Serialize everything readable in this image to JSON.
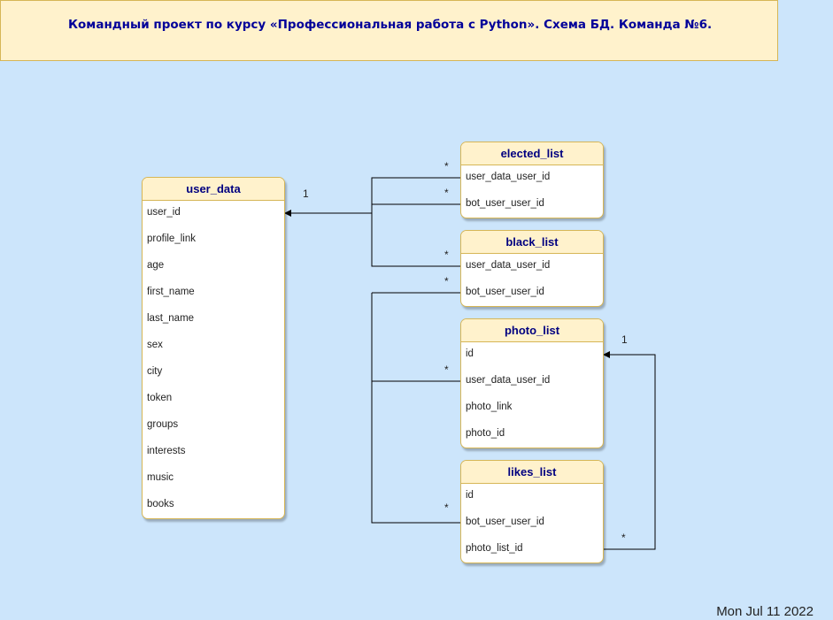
{
  "header": {
    "title": "Командный проект по курсу «Профессиональная работа с Python». Схема БД. Команда №6."
  },
  "tables": {
    "user_data": {
      "name": "user_data",
      "fields": [
        "user_id",
        "profile_link",
        "age",
        "first_name",
        "last_name",
        "sex",
        "city",
        "token",
        "groups",
        "interests",
        "music",
        "books"
      ]
    },
    "elected_list": {
      "name": "elected_list",
      "fields": [
        "user_data_user_id",
        "bot_user_user_id"
      ]
    },
    "black_list": {
      "name": "black_list",
      "fields": [
        "user_data_user_id",
        "bot_user_user_id"
      ]
    },
    "photo_list": {
      "name": "photo_list",
      "fields": [
        "id",
        "user_data_user_id",
        "photo_link",
        "photo_id"
      ]
    },
    "likes_list": {
      "name": "likes_list",
      "fields": [
        "id",
        "bot_user_user_id",
        "photo_list_id"
      ]
    }
  },
  "cardinality": {
    "one": "1",
    "many": "*"
  },
  "footer": {
    "date": "Mon Jul 11 2022"
  },
  "colors": {
    "background": "#cce5fb",
    "header_fill": "#fff2cc",
    "header_border": "#d6b656",
    "title_text": "#000099"
  }
}
